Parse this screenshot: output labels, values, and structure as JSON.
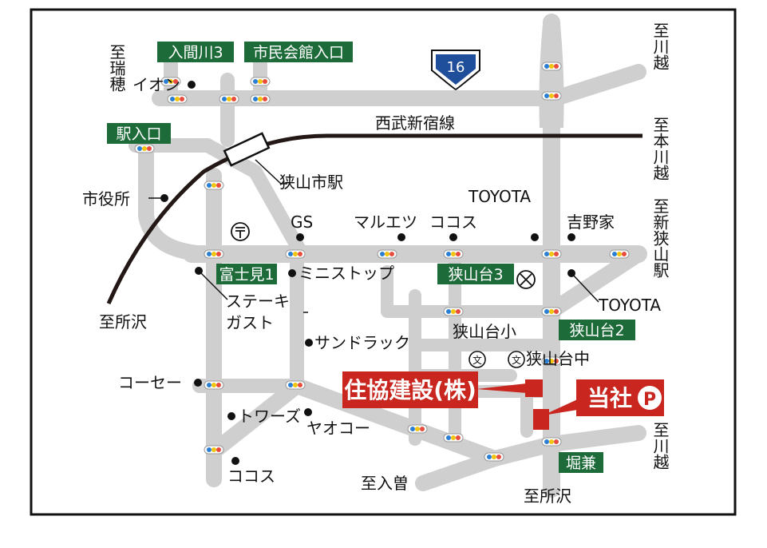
{
  "map": {
    "route_number": "16",
    "railway": "西武新宿線",
    "station": "狭山市駅",
    "company": "住協建設(株)",
    "our_office": "当社",
    "parking_icon": "P",
    "colors": {
      "road": "#cfcfcf",
      "rail": "#231815",
      "sign_green": "#1e6b3a",
      "company_red": "#c8261e",
      "route_shield": "#1f4e9a",
      "frame": "#111111"
    },
    "signs": {
      "iruma": "入間川3",
      "shimin": "市民会館入口",
      "eki": "駅入口",
      "fujimi": "富士見1",
      "sayamadai3": "狭山台3",
      "sayamadai2": "狭山台2",
      "horikane": "堀兼"
    },
    "landmarks": {
      "aeon": "イオン",
      "shiyakusho": "市役所",
      "gs": "GS",
      "maruetsu": "マルエツ",
      "cocos_top": "ココス",
      "toyota_top": "TOYOTA",
      "yoshinoya": "吉野家",
      "ministop": "ミニストップ",
      "toyota_right": "TOYOTA",
      "steak": "ステーキ",
      "gusto": "ガスト",
      "sayamadai_sho": "狭山台小",
      "sayamadai_chu": "狭山台中",
      "sundrug": "サンドラック",
      "cosei": "コーセー",
      "towers": "トワーズ",
      "yaokoh": "ヤオコー",
      "cocos_bottom": "ココス"
    },
    "directions": {
      "to_mizuho": "至瑞穂",
      "to_kawagoe_top": "至川越",
      "to_honkawagoe": "至本川越",
      "to_shinsayama": "至新狭山駅",
      "to_tokorozawa_left": "至所沢",
      "to_irizo": "至入曽",
      "to_tokorozawa_bottom": "至所沢",
      "to_kawagoe_bottom": "至川越"
    },
    "icons": {
      "post_office": "post-office-icon",
      "police": "police-box-icon",
      "school": "school-icon",
      "traffic_light": "traffic-light-icon",
      "landmark_dot": "landmark-dot-icon"
    }
  }
}
